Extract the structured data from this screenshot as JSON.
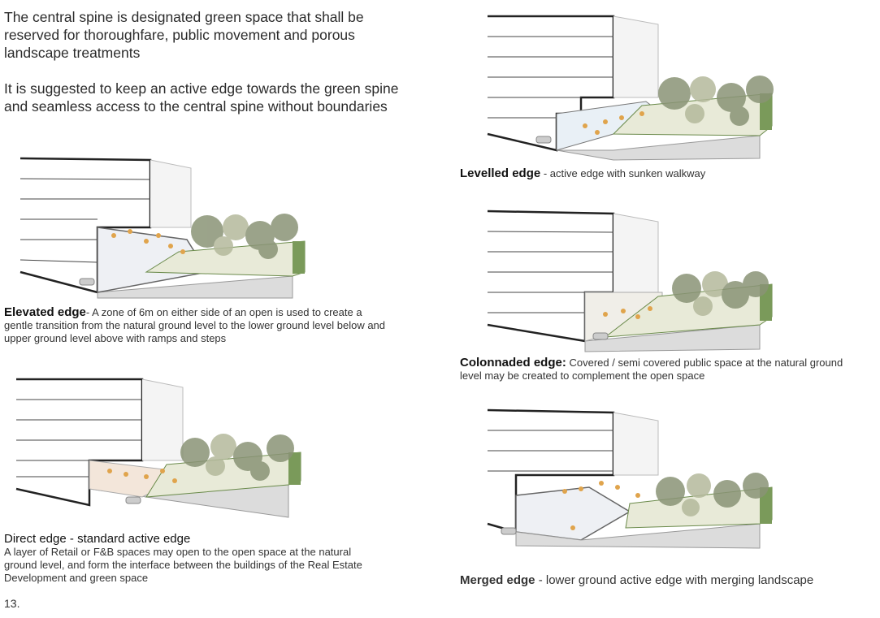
{
  "intro": {
    "paragraph1": "The central spine is designated green space that shall be reserved for thoroughfare, public movement and porous landscape treatments",
    "paragraph2": "It is suggested to keep an active edge towards the green spine and seamless access to the central spine without boundaries"
  },
  "sections": {
    "elevated": {
      "title": "Elevated edge",
      "sep": "- ",
      "desc": "A zone of 6m on either side of an open is used to create a gentle transition from the natural ground level to the lower ground level below and upper ground level above with ramps and steps"
    },
    "direct": {
      "title": "Direct edge",
      "sep": " - ",
      "subtitle": "standard active edge",
      "desc": "A layer of Retail or F&B spaces may open to the open space at the natural ground level, and form the interface between the buildings of the Real Estate Development and green space"
    },
    "levelled": {
      "title": "Levelled edge",
      "sep": " - ",
      "desc": "active edge with sunken walkway"
    },
    "colonnaded": {
      "title": "Colonnaded edge:",
      "desc": "Covered / semi covered public space at the natural ground level may be created to complement the open space"
    },
    "merged": {
      "title": "Merged edge",
      "sep": " - ",
      "desc": "lower ground active edge with merging landscape"
    }
  },
  "page_number": "13.",
  "colors": {
    "tree_dark": "#8a9476",
    "tree_light": "#b4b99c",
    "grass": "#7a9a5a",
    "people": "#e0a44c",
    "ground_gray": "#dcdcdc"
  }
}
